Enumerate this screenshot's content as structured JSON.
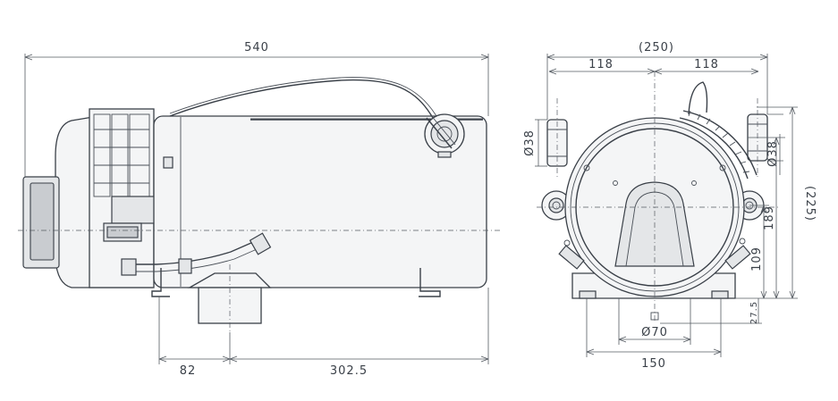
{
  "dimensions": {
    "total_length": "540",
    "rear_offset": "82",
    "exhaust_position": "302.5",
    "overall_width": "(250)",
    "half_width_left": "118",
    "half_width_right": "118",
    "pipe_diameter_left": "Ø38",
    "pipe_diameter_right": "Ø38",
    "overall_height": "(225)",
    "upper_height": "189",
    "lower_height": "109",
    "foot_height": "27.5",
    "exhaust_diameter": "Ø70",
    "base_width": "150"
  },
  "colors": {
    "line": "#3a4048",
    "body_fill": "#f4f5f6"
  }
}
